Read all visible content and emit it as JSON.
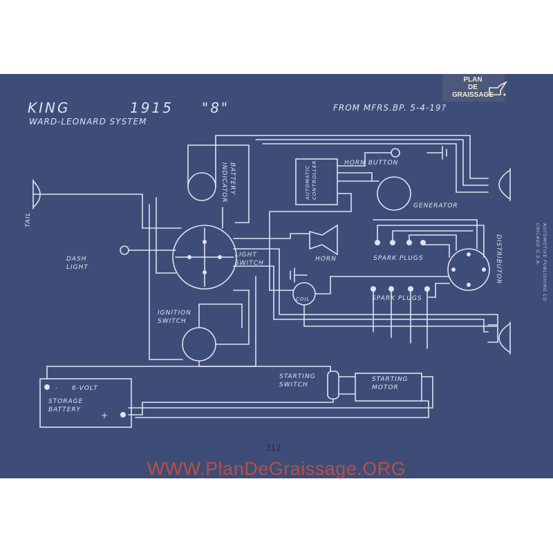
{
  "header": {
    "make": "KING",
    "year": "1915",
    "model": "\"8\"",
    "system": "WARD-LEONARD SYSTEM",
    "source": "FROM MFRS.BP. 5-4-19?"
  },
  "components": {
    "tail": "TAIL",
    "dash_light": "DASH\nLIGHT",
    "battery_indicator": "BATTERY\nINDICATOR",
    "automatic_controller": "AUTOMATIC\nCONTROLLER",
    "horn_button": "HORN BUTTON",
    "generator": "GENERATOR",
    "light_switch": "LIGHT\nSWITCH",
    "horn": "HORN",
    "spark_plugs_top": "SPARK PLUGS",
    "distributor": "DISTRIBUTOR",
    "coil": "COIL",
    "spark_plugs_bottom": "SPARK PLUGS",
    "ignition_switch": "IGNITION\nSWITCH",
    "battery_volt": "6-VOLT",
    "battery_name": "STORAGE\nBATTERY",
    "battery_minus": "-",
    "battery_plus": "+",
    "starting_switch": "STARTING\nSWITCH",
    "starting_motor": "STARTING\nMOTOR"
  },
  "publisher": "AUTOMOTIVE PUBLISHING CO\nCHICAGO U.S.A.",
  "page_number": "312",
  "logo": {
    "line1": "PLAN",
    "line2": "DE",
    "line3": "GRAISSAGE",
    "icon": "oil-can-icon"
  },
  "watermark": "WWW.PlanDeGraissage.ORG",
  "colors": {
    "blueprint": "#3e4d78",
    "line": "#dfe3f0",
    "watermark": "#d0503a"
  }
}
